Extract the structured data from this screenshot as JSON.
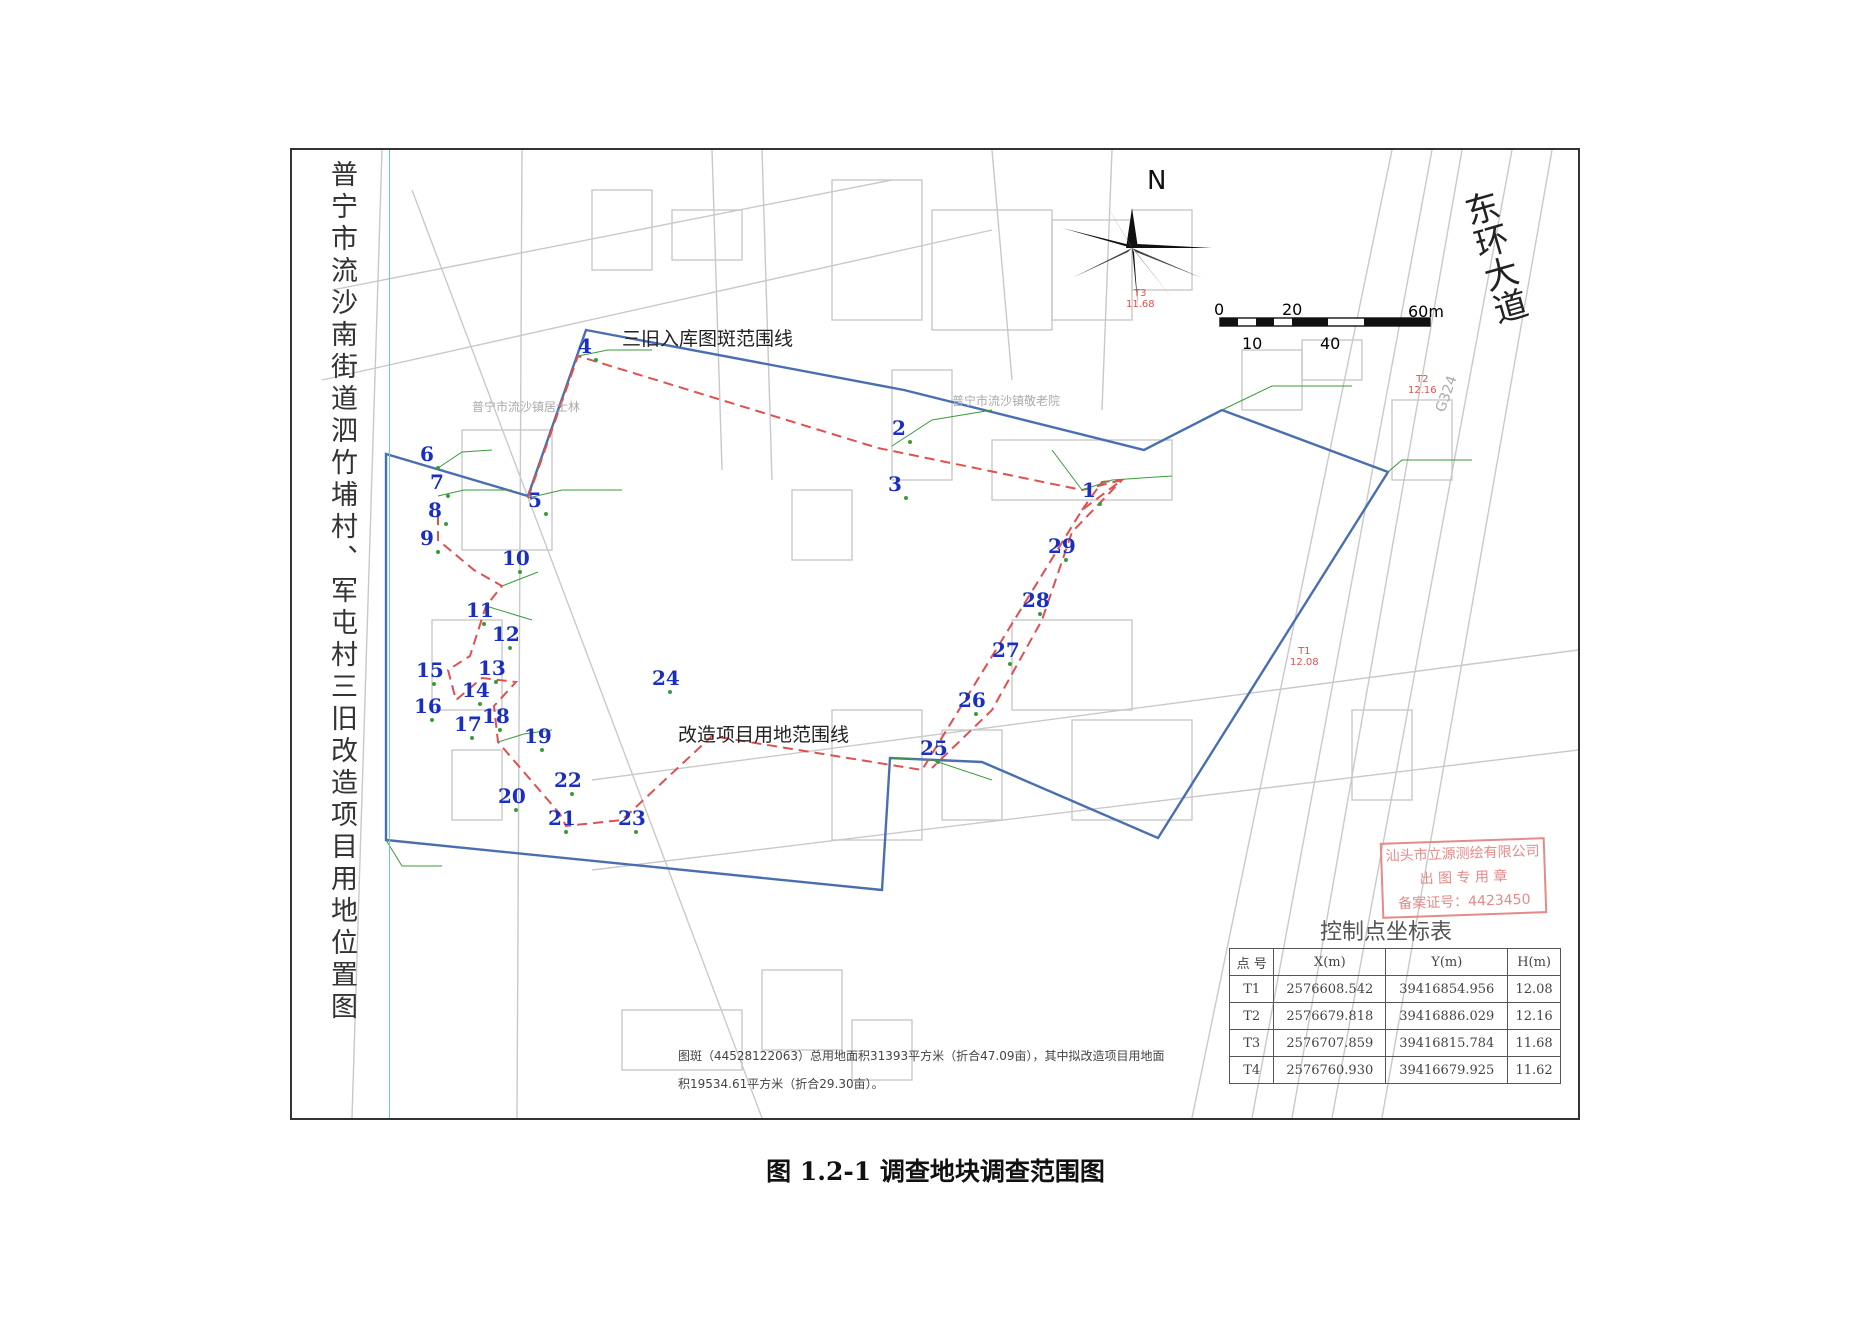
{
  "caption": "图 1.2-1    调查地块调查范围图",
  "side_title": "普宁市流沙南街道泗竹埔村、军屯村三旧改造项目用地位置图",
  "labels": {
    "road_east": "东环大道",
    "boundary_sanjiu": "三旧入库图斑范围线",
    "boundary_project": "改造项目用地范围线",
    "north": "N",
    "scale_0": "0",
    "scale_10": "10",
    "scale_20": "20",
    "scale_40": "40",
    "scale_60": "60m",
    "inst_1": "普宁市流沙镇居士林",
    "inst_2": "普宁市流沙镇敬老院",
    "road_code": "G324"
  },
  "note_line1": "图斑（44528122063）总用地面积31393平方米（折合47.09亩），其中拟改造项目用地面",
  "note_line2": "积19534.61平方米（折合29.30亩）。",
  "stamp": {
    "line1": "汕头市立源测绘有限公司",
    "line2": "出 图 专 用 章",
    "line3": "备案证号：4423450"
  },
  "control_table": {
    "title": "控制点坐标表",
    "headers": [
      "点 号",
      "X(m)",
      "Y(m)",
      "H(m)"
    ],
    "rows": [
      [
        "T1",
        "2576608.542",
        "39416854.956",
        "12.08"
      ],
      [
        "T2",
        "2576679.818",
        "39416886.029",
        "12.16"
      ],
      [
        "T3",
        "2576707.859",
        "39416815.784",
        "11.68"
      ],
      [
        "T4",
        "2576760.930",
        "39416679.925",
        "11.62"
      ]
    ]
  },
  "control_marks": [
    {
      "id": "T1",
      "h": "12.08"
    },
    {
      "id": "T2",
      "h": "12.16"
    },
    {
      "id": "T3",
      "h": "11.68"
    }
  ],
  "points": [
    "1",
    "2",
    "3",
    "4",
    "5",
    "6",
    "7",
    "8",
    "9",
    "10",
    "11",
    "12",
    "13",
    "14",
    "15",
    "16",
    "17",
    "18",
    "19",
    "20",
    "21",
    "22",
    "23",
    "24",
    "25",
    "26",
    "27",
    "28",
    "29"
  ]
}
